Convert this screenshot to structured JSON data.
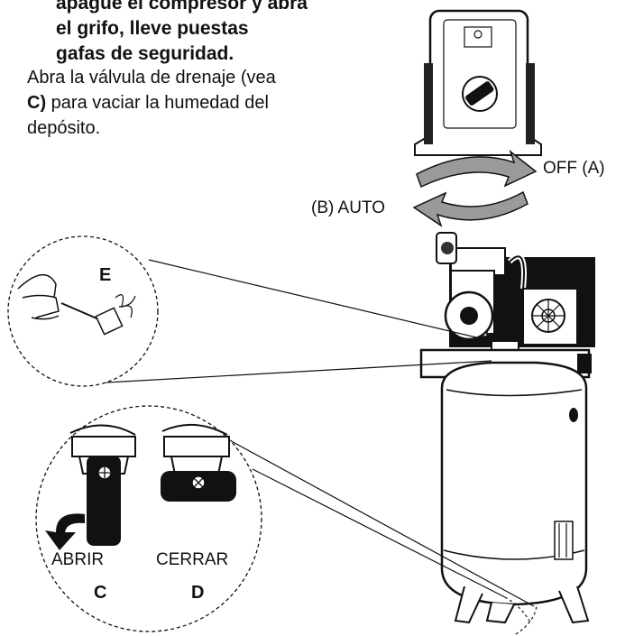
{
  "warning": {
    "line1": "apague el compresor y abra",
    "line2": "el grifo, lleve puestas",
    "line3": "gafas de seguridad."
  },
  "instruction": {
    "part1": "Abra la válvula de drenaje (vea ",
    "ref": "C)",
    "part2": " para vaciar la humedad del depósito."
  },
  "switch_labels": {
    "off": "OFF (A)",
    "auto": "(B)  AUTO"
  },
  "callouts": {
    "e": "E",
    "open_action": "ABRIR",
    "close_action": "CERRAR",
    "c": "C",
    "d": "D"
  }
}
